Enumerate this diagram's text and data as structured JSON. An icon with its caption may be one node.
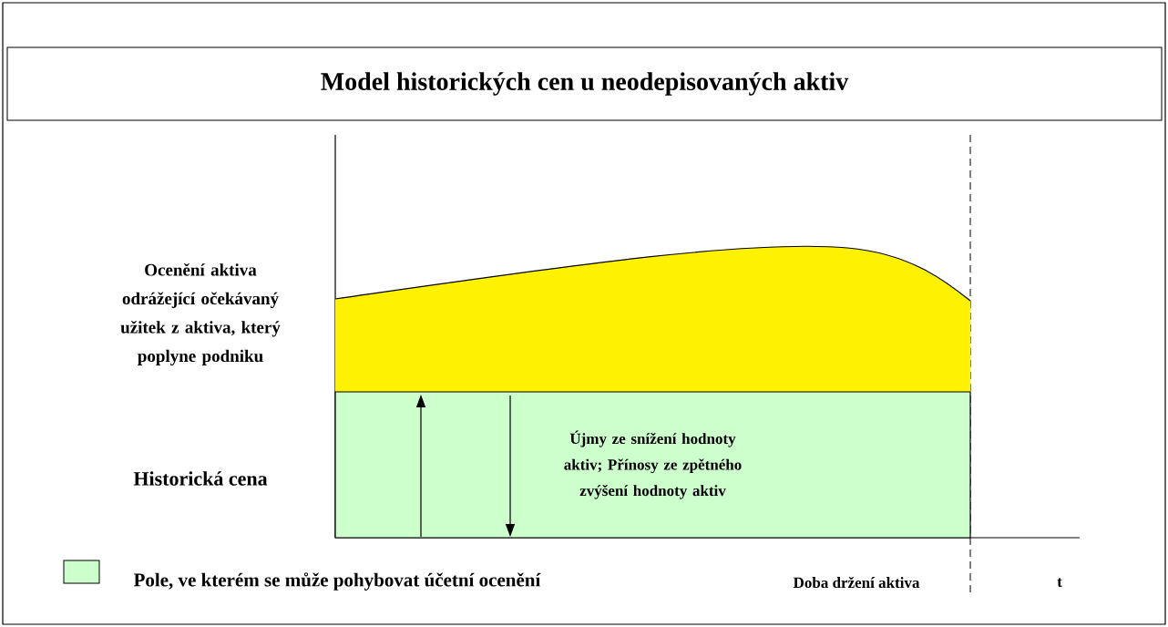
{
  "diagram": {
    "title": "Model historických cen u neodepisovaných aktiv",
    "nodes": [
      {
        "text": [],
        "shape": "band",
        "beside": [
          "Ocenění aktiva odrážející očekávaný užitek z aktiva, který poplyne podniku"
        ]
      },
      {
        "text": [
          "Újmy ze snížení hodnoty aktiv; Přínosy ze zpětného zvýšení hodnoty aktiv"
        ],
        "beside": [
          "Historická cena"
        ]
      }
    ],
    "edges": [],
    "labels": [
      "Doba držení aktiva",
      "t"
    ],
    "legend": [
      {
        "text": "Pole, ve kterém se může pohybovat účetní ocenění",
        "color": "#ccffcc"
      }
    ]
  }
}
